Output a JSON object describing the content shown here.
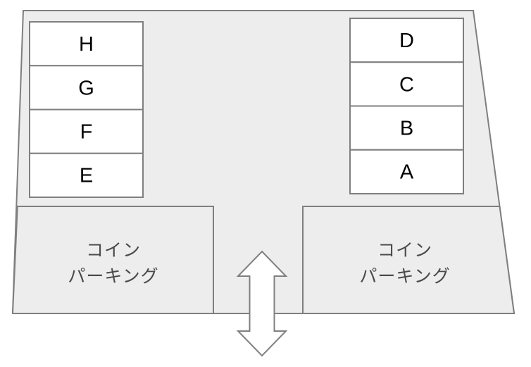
{
  "diagram": {
    "kind": "parking-lot-map",
    "colors": {
      "lot_fill": "#ededed",
      "stall_fill": "#ffffff",
      "stroke": "#7f7f7f",
      "label_text": "#000000",
      "coin_parking_text": "#4a4a4a",
      "page_background": "#ffffff"
    },
    "stall_blocks": {
      "left": {
        "name": "left-stall-block",
        "stalls": [
          {
            "label": "H"
          },
          {
            "label": "G"
          },
          {
            "label": "F"
          },
          {
            "label": "E"
          }
        ]
      },
      "right": {
        "name": "right-stall-block",
        "stalls": [
          {
            "label": "D"
          },
          {
            "label": "C"
          },
          {
            "label": "B"
          },
          {
            "label": "A"
          }
        ]
      }
    },
    "coin_parking_areas": [
      {
        "name": "left-coin-parking",
        "line1": "コイン",
        "line2": "パーキング"
      },
      {
        "name": "right-coin-parking",
        "line1": "コイン",
        "line2": "パーキング"
      }
    ],
    "arrow": {
      "name": "entrance-exit-arrow",
      "icon": "double-headed-vertical-arrow",
      "direction": "up-down"
    }
  }
}
